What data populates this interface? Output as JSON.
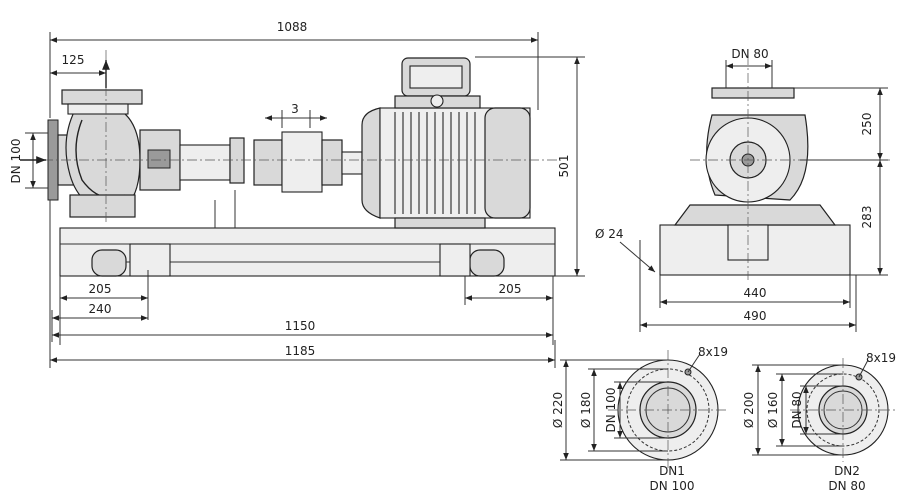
{
  "dimensions": {
    "overall_length": "1088",
    "discharge_offset": "125",
    "coupling_gap": "3",
    "total_height": "501",
    "suction_dn": "DN 100",
    "foot_left": "205",
    "foot_left_outer": "240",
    "foot_right": "205",
    "base_length": "1150",
    "base_overall": "1185",
    "discharge_dn": "DN 80",
    "shaft_height": "250",
    "base_height": "283",
    "hole_diameter": "Ø 24",
    "base_width_inner": "440",
    "base_width_outer": "490"
  },
  "flange_dn1": {
    "bolts": "8x19",
    "outer_d": "Ø 220",
    "pcd": "Ø 180",
    "bore": "DN 100",
    "label_line1": "DN1",
    "label_line2": "DN 100"
  },
  "flange_dn2": {
    "bolts": "8x19",
    "outer_d": "Ø 200",
    "pcd": "Ø 160",
    "bore": "DN 80",
    "label_line1": "DN2",
    "label_line2": "DN 80"
  }
}
